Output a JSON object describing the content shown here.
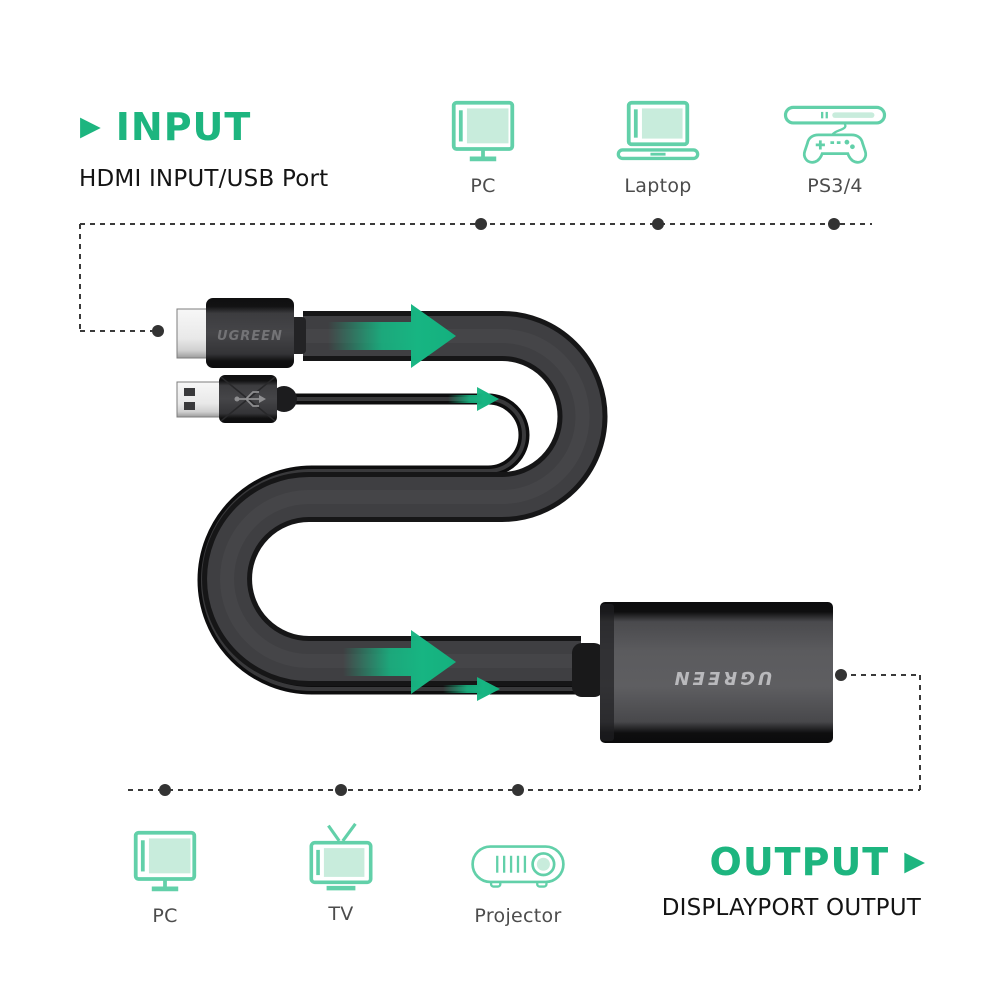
{
  "colors": {
    "accent_green": "#1db57f",
    "arrow_green": "#17b582",
    "icon_stroke": "#62d0a9",
    "icon_fill": "#c8ecdc",
    "dash_gray": "#3a3a3a",
    "cable_edge": "#161617",
    "cable_fill": "#3f3f42"
  },
  "header": {
    "input_title": "INPUT",
    "input_subtitle": "HDMI INPUT/USB Port",
    "input_arrow": "▶",
    "output_title": "OUTPUT",
    "output_subtitle": "DISPLAYPORT OUTPUT",
    "output_arrow": "▶"
  },
  "input_devices": [
    {
      "label": "PC",
      "icon": "pc-monitor-icon"
    },
    {
      "label": "Laptop",
      "icon": "laptop-icon"
    },
    {
      "label": "PS3/4",
      "icon": "playstation-icon"
    }
  ],
  "output_devices": [
    {
      "label": "PC",
      "icon": "pc-monitor-icon"
    },
    {
      "label": "TV",
      "icon": "tv-icon"
    },
    {
      "label": "Projector",
      "icon": "projector-icon"
    }
  ],
  "cable": {
    "plug_brand": "UGREEN",
    "adapter_brand": "UGREEN"
  }
}
